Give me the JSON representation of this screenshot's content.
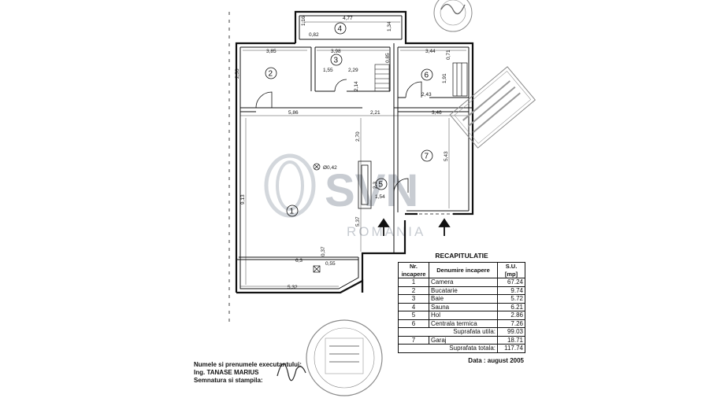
{
  "rooms": [
    {
      "num": "1"
    },
    {
      "num": "2"
    },
    {
      "num": "3"
    },
    {
      "num": "4"
    },
    {
      "num": "5"
    },
    {
      "num": "6"
    },
    {
      "num": "7"
    }
  ],
  "dimensions": {
    "d_477": "4,77",
    "d_116": "1,16",
    "d_082": "0,82",
    "d_134": "1,34",
    "d_385": "3,85",
    "d_398": "3,98",
    "d_085": "0,85",
    "d_344": "3,44",
    "d_071": "0,71",
    "d_253": "2,53",
    "d_155": "1,55",
    "d_229": "2,29",
    "d_191": "1,91",
    "d_214": "2,14",
    "d_243": "2,43",
    "d_586": "5,86",
    "d_221": "2,21",
    "d_346": "3,46",
    "d_270": "2,70",
    "d_543": "5,43",
    "d_913": "9,13",
    "d_042": "Ø0,42",
    "d_23": "2,3",
    "d_154": "1,54",
    "d_537": "5,37",
    "d_63": "6,3",
    "d_037": "0,37",
    "d_055": "0,55",
    "d_532": "5,32"
  },
  "legend": {
    "title": "RECAPITULATIE",
    "headers": {
      "nr": "Nr. incapere",
      "name": "Denumire incapere",
      "su": "S.U. [mp]"
    },
    "rows": [
      {
        "nr": "1",
        "name": "Camera",
        "su": "67.24"
      },
      {
        "nr": "2",
        "name": "Bucatarie",
        "su": "9.74"
      },
      {
        "nr": "3",
        "name": "Baie",
        "su": "5.72"
      },
      {
        "nr": "4",
        "name": "Sauna",
        "su": "6.21"
      },
      {
        "nr": "5",
        "name": "Hol",
        "su": "2.86"
      },
      {
        "nr": "6",
        "name": "Centrala termica",
        "su": "7.26"
      }
    ],
    "suprafata_utila": {
      "label": "Suprafata utila:",
      "value": "99.03"
    },
    "garaj": {
      "nr": "7",
      "name": "Garaj",
      "su": "18.71"
    },
    "suprafata_totala": {
      "label": "Suprafata totala:",
      "value": "117.74"
    },
    "date": "Data : august 2005"
  },
  "executant": {
    "line1": "Numele si prenumele executantului:",
    "line2": "Ing. TANASE MARIUS",
    "line3": "Semnatura si stampila:"
  },
  "watermark": {
    "brand": "SVN",
    "sub": "ROMANIA"
  }
}
